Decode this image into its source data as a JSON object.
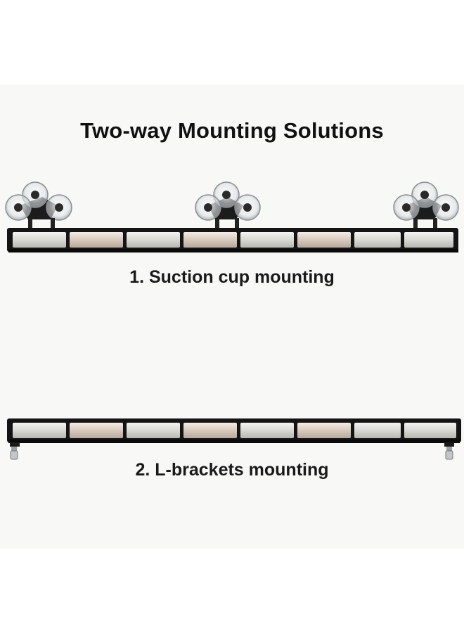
{
  "title": "Two-way Mounting Solutions",
  "sections": [
    {
      "caption": "1. Suction cup mounting"
    },
    {
      "caption": "2. L-brackets mounting"
    }
  ]
}
